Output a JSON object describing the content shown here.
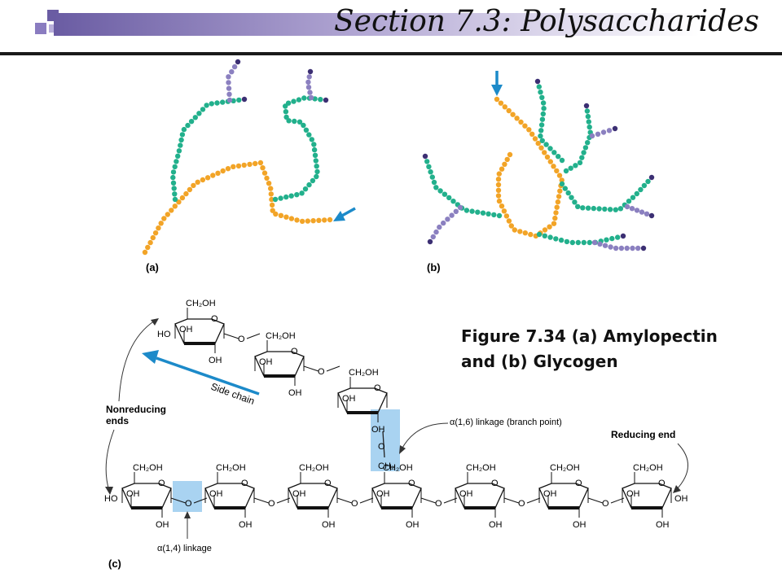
{
  "title": "Section 7.3: Polysaccharides",
  "caption": "Figure 7.34 (a) Amylopectin and (b) Glycogen",
  "panels": {
    "a": "(a)",
    "b": "(b)",
    "c": "(c)"
  },
  "labels": {
    "side_chain": "Side chain",
    "nonreducing": "Nonreducing",
    "ends": "ends",
    "reducing_end": "Reducing end",
    "branch_linkage": "α(1,6) linkage (branch point)",
    "linkage_14": "α(1,4) linkage",
    "ch2oh": "CH₂OH",
    "ch2": "CH₂",
    "oh": "OH",
    "ho": "HO",
    "o": "O"
  },
  "colors": {
    "main_chain": "#f2a427",
    "branch": "#22b08c",
    "outer_branch": "#8b80c0",
    "end_dot": "#3c2f73",
    "arrow": "#1c8ac9",
    "highlight": "#a9d3f1",
    "header_bar": "#6a5ca3"
  },
  "icons": {
    "header_logo": "decorative-squares",
    "reducing_end_marker": "arrow"
  }
}
